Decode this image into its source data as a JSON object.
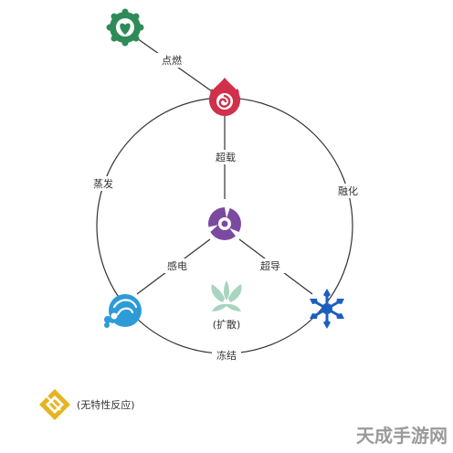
{
  "elements": {
    "dendro": {
      "name": "草",
      "color": "#2e8b57"
    },
    "pyro": {
      "name": "火",
      "color": "#d0304a"
    },
    "electro": {
      "name": "雷",
      "color": "#7a4aa0"
    },
    "hydro": {
      "name": "水",
      "color": "#2d9bd8"
    },
    "cryo": {
      "name": "冰",
      "color": "#1c5fc0"
    },
    "anemo": {
      "name": "风",
      "color": "#a8d4c0"
    },
    "geo": {
      "name": "岩",
      "color": "#e6b422"
    }
  },
  "reactions": {
    "burning": "点燃",
    "overloaded": "超载",
    "vaporize": "蒸发",
    "melt": "融化",
    "electro_charged": "感电",
    "superconduct": "超导",
    "frozen": "冻结",
    "swirl": "(扩散)",
    "geo_note": "(无特性反应)"
  },
  "watermark": "天成手游网"
}
